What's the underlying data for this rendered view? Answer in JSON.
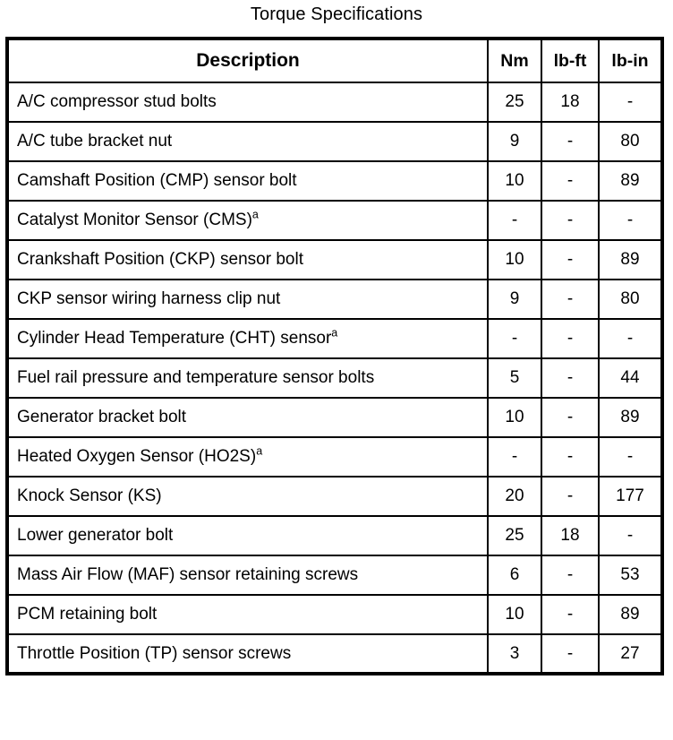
{
  "document": {
    "title": "Torque Specifications"
  },
  "table": {
    "columns": [
      {
        "key": "description",
        "label": "Description"
      },
      {
        "key": "nm",
        "label": "Nm"
      },
      {
        "key": "lbft",
        "label": "lb-ft"
      },
      {
        "key": "lbin",
        "label": "lb-in"
      }
    ],
    "empty_value": "-",
    "footnote_marker": "a",
    "rows": [
      {
        "description": "A/C compressor stud bolts",
        "footnote": "",
        "nm": "25",
        "lbft": "18",
        "lbin": "-"
      },
      {
        "description": "A/C tube bracket nut",
        "footnote": "",
        "nm": "9",
        "lbft": "-",
        "lbin": "80"
      },
      {
        "description": "Camshaft Position (CMP) sensor bolt",
        "footnote": "",
        "nm": "10",
        "lbft": "-",
        "lbin": "89"
      },
      {
        "description": "Catalyst Monitor Sensor (CMS)",
        "footnote": "a",
        "nm": "-",
        "lbft": "-",
        "lbin": "-"
      },
      {
        "description": "Crankshaft Position (CKP) sensor bolt",
        "footnote": "",
        "nm": "10",
        "lbft": "-",
        "lbin": "89"
      },
      {
        "description": "CKP sensor wiring harness clip nut",
        "footnote": "",
        "nm": "9",
        "lbft": "-",
        "lbin": "80"
      },
      {
        "description": "Cylinder Head Temperature (CHT) sensor",
        "footnote": "a",
        "nm": "-",
        "lbft": "-",
        "lbin": "-"
      },
      {
        "description": "Fuel rail pressure and temperature sensor bolts",
        "footnote": "",
        "nm": "5",
        "lbft": "-",
        "lbin": "44"
      },
      {
        "description": "Generator bracket bolt",
        "footnote": "",
        "nm": "10",
        "lbft": "-",
        "lbin": "89"
      },
      {
        "description": "Heated Oxygen Sensor (HO2S)",
        "footnote": "a",
        "nm": "-",
        "lbft": "-",
        "lbin": "-"
      },
      {
        "description": "Knock Sensor (KS)",
        "footnote": "",
        "nm": "20",
        "lbft": "-",
        "lbin": "177"
      },
      {
        "description": "Lower generator bolt",
        "footnote": "",
        "nm": "25",
        "lbft": "18",
        "lbin": "-"
      },
      {
        "description": "Mass Air Flow (MAF) sensor retaining screws",
        "footnote": "",
        "nm": "6",
        "lbft": "-",
        "lbin": "53"
      },
      {
        "description": "PCM retaining bolt",
        "footnote": "",
        "nm": "10",
        "lbft": "-",
        "lbin": "89"
      },
      {
        "description": "Throttle Position (TP) sensor screws",
        "footnote": "",
        "nm": "3",
        "lbft": "-",
        "lbin": "27"
      }
    ]
  },
  "colors": {
    "text": "#000000",
    "background": "#ffffff",
    "border": "#000000"
  }
}
